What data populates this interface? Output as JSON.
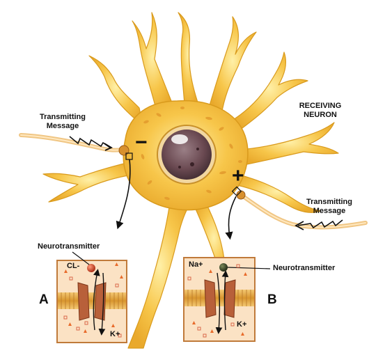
{
  "labels": {
    "receiving_line1": "RECEIVING",
    "receiving_line2": "NEURON",
    "transmit_left_line1": "Transmitting",
    "transmit_left_line2": "Message",
    "transmit_right_line1": "Transmitting",
    "transmit_right_line2": "Message",
    "neurotransmitter_left": "Neurotransmitter",
    "neurotransmitter_right": "Neurotransmitter",
    "panel_a": "A",
    "panel_b": "B",
    "ion_cl": "CL-",
    "ion_k_a": "K+",
    "ion_na": "Na+",
    "ion_k_b": "K+",
    "sign_minus": "−",
    "sign_plus": "+"
  },
  "colors": {
    "neuron_fill": "#f7c64a",
    "neuron_light": "#ffe48a",
    "neuron_edge": "#d99a1c",
    "nucleus": "#6b4a52",
    "panel_bg": "#fbe2c4",
    "panel_border": "#c07a3a",
    "membrane": "#e0a544",
    "channel": "#b8603a",
    "neurotransmitter_a": "#c23a1a",
    "neurotransmitter_b": "#2f3a24"
  }
}
